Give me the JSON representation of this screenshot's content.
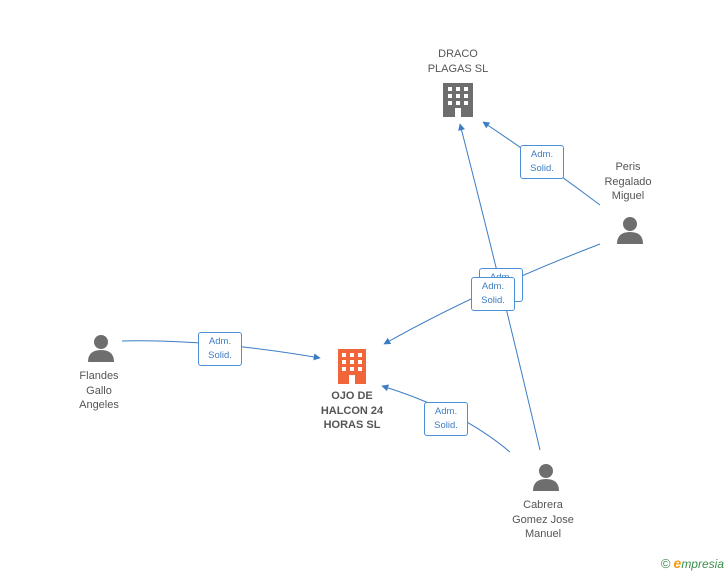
{
  "nodes": {
    "ojo": {
      "lines": [
        "OJO DE",
        "HALCON 24",
        "HORAS SL"
      ],
      "kind": "company-main"
    },
    "draco": {
      "lines": [
        "DRACO",
        "PLAGAS SL"
      ],
      "kind": "company"
    },
    "peris": {
      "lines": [
        "Peris",
        "Regalado",
        "Miguel"
      ],
      "kind": "person"
    },
    "flandes": {
      "lines": [
        "Flandes",
        "Gallo",
        "Angeles"
      ],
      "kind": "person"
    },
    "cabrera": {
      "lines": [
        "Cabrera",
        "Gomez Jose",
        "Manuel"
      ],
      "kind": "person"
    }
  },
  "edge_label": {
    "line1": "Adm.",
    "line2": "Solid."
  },
  "colors": {
    "edge": "#3b7dc4",
    "main_company": "#f0663a",
    "company": "#6e6e6e",
    "person": "#6e6e6e"
  },
  "brand": {
    "copyright": "©",
    "e": "e",
    "rest": "mpresia"
  }
}
